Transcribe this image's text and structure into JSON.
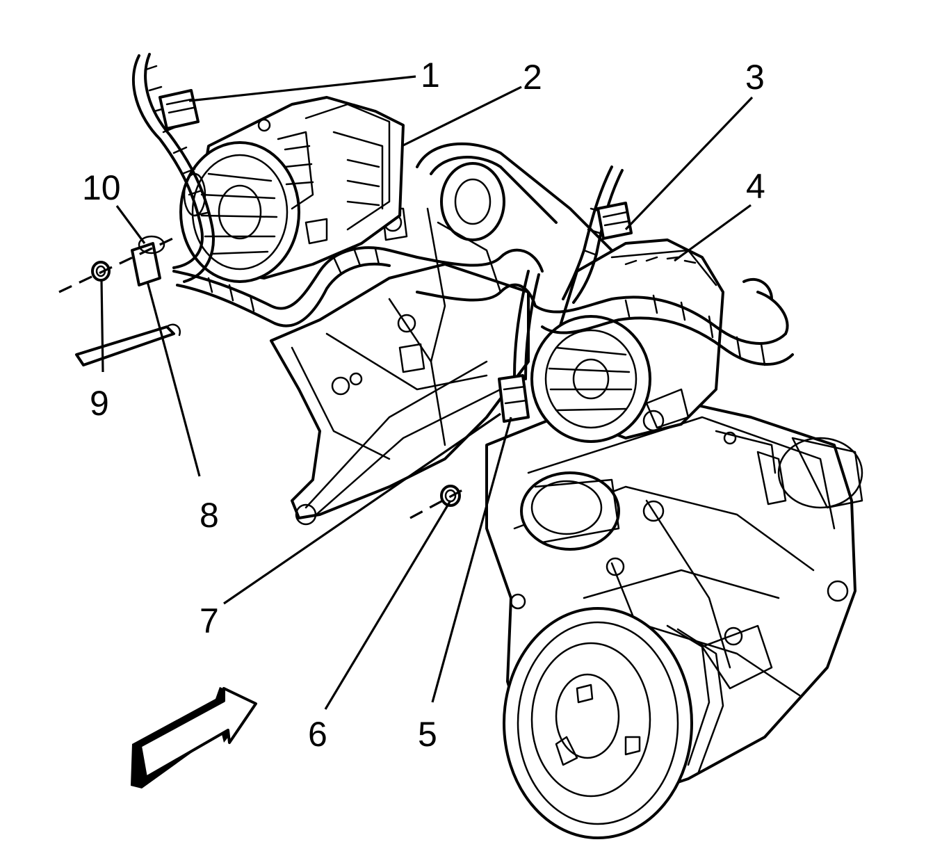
{
  "callouts": [
    {
      "id": "c1",
      "label": "1"
    },
    {
      "id": "c2",
      "label": "2"
    },
    {
      "id": "c3",
      "label": "3"
    },
    {
      "id": "c4",
      "label": "4"
    },
    {
      "id": "c5",
      "label": "5"
    },
    {
      "id": "c6",
      "label": "6"
    },
    {
      "id": "c7",
      "label": "7"
    },
    {
      "id": "c8",
      "label": "8"
    },
    {
      "id": "c9",
      "label": "9"
    },
    {
      "id": "c10",
      "label": "10"
    }
  ],
  "icons": {
    "direction_arrow": "view-direction-arrow-icon"
  }
}
